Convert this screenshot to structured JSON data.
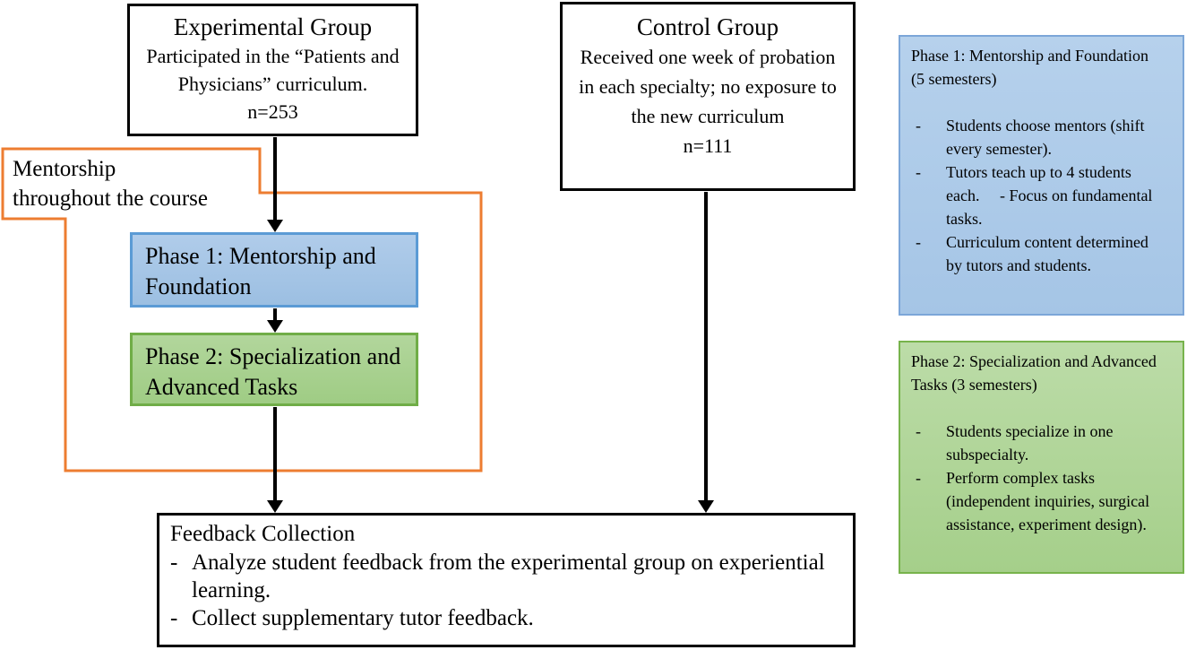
{
  "diagram": {
    "experimental": {
      "title": "Experimental Group",
      "body": "Participated in the “Patients and Physicians” curriculum.",
      "n": "n=253"
    },
    "control": {
      "title": "Control Group",
      "body": "Received one week of probation in each specialty; no exposure to the new curriculum",
      "n": "n=111"
    },
    "mentorship_note": {
      "line1": "Mentorship",
      "line2": "throughout the course"
    },
    "phase1": {
      "label": "Phase 1: Mentorship and Foundation"
    },
    "phase2": {
      "label": "Phase 2: Specialization and Advanced Tasks"
    },
    "feedback": {
      "title": "Feedback Collection",
      "bullet_marker": "-",
      "bullets": [
        "Analyze student feedback from the experimental group on experiential learning.",
        "Collect supplementary tutor feedback."
      ]
    }
  },
  "side_panels": {
    "phase1_panel": {
      "title": "Phase 1: Mentorship and Foundation (5 semesters)",
      "bullet_marker": "-",
      "bullets": [
        "Students choose mentors (shift every semester).",
        "Tutors teach up to 4 students each.     - Focus on fundamental tasks.",
        "Curriculum content determined by tutors and students."
      ]
    },
    "phase2_panel": {
      "title": "Phase 2: Specialization and Advanced Tasks (3 semesters)",
      "bullet_marker": "-",
      "bullets": [
        "Students specialize in one subspecialty.",
        "Perform complex tasks (independent inquiries, surgical assistance, experiment design)."
      ]
    }
  },
  "colors": {
    "phase1_fill": "#a9c9e8",
    "phase1_border": "#5b9bd5",
    "phase2_fill": "#a9d18e",
    "phase2_border": "#70ad47",
    "mentorship_outline": "#ed7d31",
    "box_border": "#000000",
    "arrow": "#000000"
  }
}
